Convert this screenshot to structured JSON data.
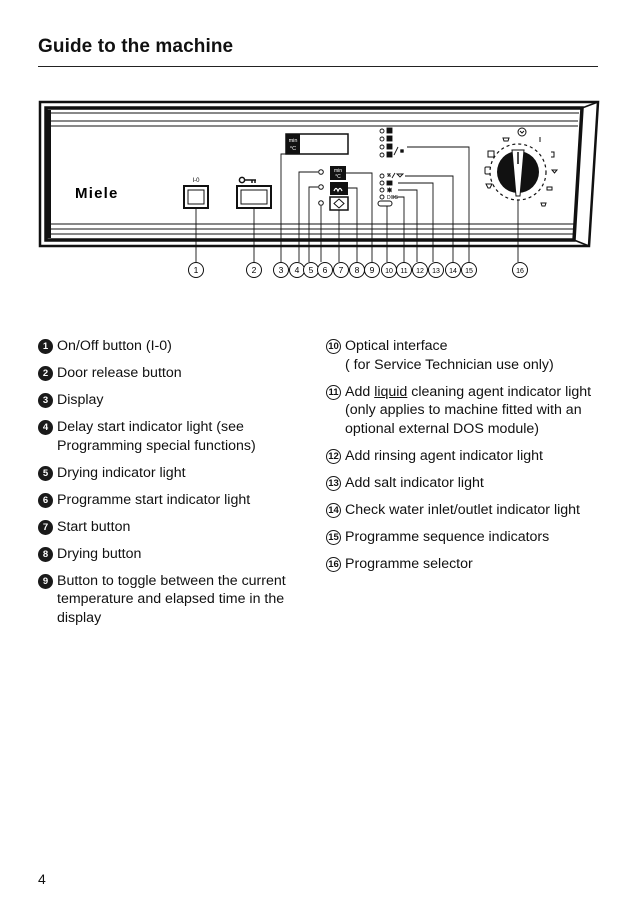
{
  "title": "Guide to the machine",
  "brand": "Miele",
  "panel": {
    "power_label": "I-0",
    "display_min": "min",
    "display_celsius": "°C",
    "toggle_min": "min",
    "toggle_celsius": "°C",
    "dos_label": "DOS"
  },
  "callouts": [
    "1",
    "2",
    "3",
    "4",
    "5",
    "6",
    "7",
    "8",
    "9",
    "10",
    "11",
    "12",
    "13",
    "14",
    "15",
    "16"
  ],
  "items_left": [
    {
      "num": "1",
      "text": "On/Off button (I-0)"
    },
    {
      "num": "2",
      "text": "Door release button"
    },
    {
      "num": "3",
      "text": "Display"
    },
    {
      "num": "4",
      "text": "Delay start indicator light (see Programming special functions)"
    },
    {
      "num": "5",
      "text": "Drying indicator light"
    },
    {
      "num": "6",
      "text": "Programme start indicator light"
    },
    {
      "num": "7",
      "text": "Start button"
    },
    {
      "num": "8",
      "text": "Drying button"
    },
    {
      "num": "9",
      "text": "Button to toggle between the current temperature and elapsed time in the display"
    }
  ],
  "items_right": [
    {
      "num": "10",
      "text_line1": "Optical interface",
      "text_line2": "( for Service Technician use only)"
    },
    {
      "num": "11",
      "text_before": "Add ",
      "text_underlined": "liquid",
      "text_after": " cleaning agent indicator light (only applies to machine fitted with an optional external DOS module)"
    },
    {
      "num": "12",
      "text": "Add rinsing agent indicator light"
    },
    {
      "num": "13",
      "text": "Add salt indicator light"
    },
    {
      "num": "14",
      "text": "Check water inlet/outlet indicator light"
    },
    {
      "num": "15",
      "text": "Programme sequence indicators"
    },
    {
      "num": "16",
      "text": "Programme selector"
    }
  ],
  "page_number": "4"
}
